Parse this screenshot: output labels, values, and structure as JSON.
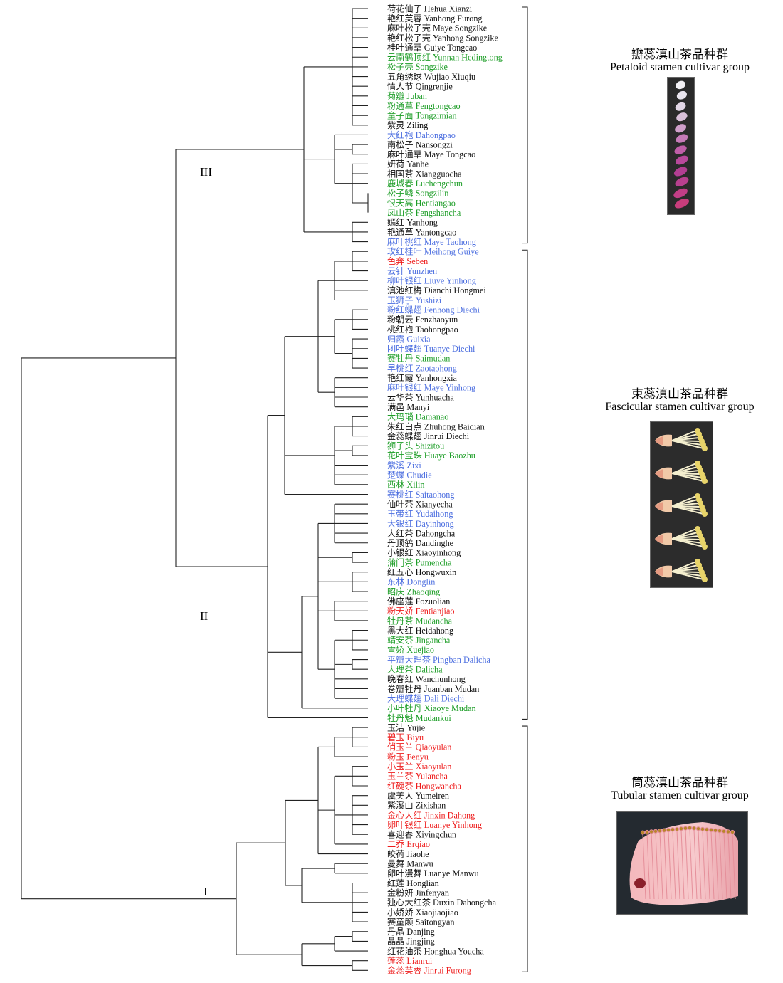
{
  "colors": {
    "black": "#111111",
    "green": "#1e9e28",
    "blue": "#4d6fe0",
    "red": "#ee1c1c",
    "line": "#222222"
  },
  "clades": [
    "I",
    "II",
    "III"
  ],
  "groups": {
    "petaloid": {
      "cn": "瓣蕊滇山茶品种群",
      "en": "Petaloid stamen cultivar group",
      "photo_icon": "petal-series-image"
    },
    "fascicular": {
      "cn": "束蕊滇山茶品种群",
      "en": "Fascicular stamen cultivar group",
      "photo_icon": "fascicular-stamen-image"
    },
    "tubular": {
      "cn": "筒蕊滇山茶品种群",
      "en": "Tubular stamen cultivar group",
      "photo_icon": "tubular-stamen-image"
    }
  },
  "leaves": [
    {
      "cn": "荷花仙子",
      "en": "Hehua Xianzi",
      "c": "black"
    },
    {
      "cn": "艳红芙蓉",
      "en": "Yanhong Furong",
      "c": "black"
    },
    {
      "cn": "麻叶松子壳",
      "en": "Maye Songzike",
      "c": "black"
    },
    {
      "cn": "艳红松子壳",
      "en": "Yanhong Songzike",
      "c": "black"
    },
    {
      "cn": "桂叶通草",
      "en": "Guiye Tongcao",
      "c": "black"
    },
    {
      "cn": "云南鹤顶红",
      "en": "Yunnan Hedingtong",
      "c": "green"
    },
    {
      "cn": "松子壳",
      "en": "Songzike",
      "c": "green"
    },
    {
      "cn": "五角绣球",
      "en": "Wujiao Xiuqiu",
      "c": "black"
    },
    {
      "cn": "情人节",
      "en": "Qingrenjie",
      "c": "black"
    },
    {
      "cn": "菊瓣",
      "en": "Juban",
      "c": "green"
    },
    {
      "cn": "粉通草",
      "en": "Fengtongcao",
      "c": "green"
    },
    {
      "cn": "童子面",
      "en": "Tongzimian",
      "c": "green"
    },
    {
      "cn": "紫灵",
      "en": "Ziling",
      "c": "black"
    },
    {
      "cn": "大红袍",
      "en": "Dahongpao",
      "c": "blue"
    },
    {
      "cn": "南松子",
      "en": "Nansongzi",
      "c": "black"
    },
    {
      "cn": "麻叶通草",
      "en": "Maye Tongcao",
      "c": "black"
    },
    {
      "cn": "妍荷",
      "en": "Yanhe",
      "c": "black"
    },
    {
      "cn": "相国茶",
      "en": "Xiangguocha",
      "c": "black"
    },
    {
      "cn": "鹿城春",
      "en": "Luchengchun",
      "c": "green"
    },
    {
      "cn": "松子鳞",
      "en": "Songzilin",
      "c": "green"
    },
    {
      "cn": "恨天高",
      "en": "Hentiangao",
      "c": "green"
    },
    {
      "cn": "凤山茶",
      "en": "Fengshancha",
      "c": "green"
    },
    {
      "cn": "嫣红",
      "en": "Yanhong",
      "c": "black"
    },
    {
      "cn": "艳通草",
      "en": "Yantongcao",
      "c": "black"
    },
    {
      "cn": "麻叶桃红",
      "en": "Maye Taohong",
      "c": "blue"
    },
    {
      "cn": "玫红桂叶",
      "en": "Meihong Guiye",
      "c": "blue"
    },
    {
      "cn": "色奔",
      "en": "Seben",
      "c": "red"
    },
    {
      "cn": "云针",
      "en": "Yunzhen",
      "c": "blue"
    },
    {
      "cn": "柳叶银红",
      "en": "Liuye Yinhong",
      "c": "blue"
    },
    {
      "cn": "滇池红梅",
      "en": "Dianchi Hongmei",
      "c": "black"
    },
    {
      "cn": "玉狮子",
      "en": "Yushizi",
      "c": "blue"
    },
    {
      "cn": "粉红蝶翅",
      "en": "Fenhong Diechi",
      "c": "blue"
    },
    {
      "cn": "粉朝云",
      "en": "Fenzhaoyun",
      "c": "black"
    },
    {
      "cn": "桃红袍",
      "en": "Taohongpao",
      "c": "black"
    },
    {
      "cn": "归霞",
      "en": "Guixia",
      "c": "blue"
    },
    {
      "cn": "团叶蝶翅",
      "en": "Tuanye Diechi",
      "c": "blue"
    },
    {
      "cn": "赛牡丹",
      "en": "Saimudan",
      "c": "green"
    },
    {
      "cn": "早桃红",
      "en": "Zaotaohong",
      "c": "blue"
    },
    {
      "cn": "艳红霞",
      "en": "Yanhongxia",
      "c": "black"
    },
    {
      "cn": "麻叶银红",
      "en": "Maye Yinhong",
      "c": "blue"
    },
    {
      "cn": "云华茶",
      "en": "Yunhuacha",
      "c": "black"
    },
    {
      "cn": "满邑",
      "en": "Manyi",
      "c": "black"
    },
    {
      "cn": "大玛瑙",
      "en": "Damanao",
      "c": "green"
    },
    {
      "cn": "朱红白点",
      "en": "Zhuhong Baidian",
      "c": "black"
    },
    {
      "cn": "金蕊蝶翅",
      "en": "Jinrui Diechi",
      "c": "black"
    },
    {
      "cn": "狮子头",
      "en": "Shizitou",
      "c": "green"
    },
    {
      "cn": "花叶宝珠",
      "en": "Huaye Baozhu",
      "c": "green"
    },
    {
      "cn": "紫溪",
      "en": "Zixi",
      "c": "blue"
    },
    {
      "cn": "楚蝶",
      "en": "Chudie",
      "c": "blue"
    },
    {
      "cn": "西林",
      "en": "Xilin",
      "c": "green"
    },
    {
      "cn": "赛桃红",
      "en": "Saitaohong",
      "c": "blue"
    },
    {
      "cn": "仙叶茶",
      "en": "Xianyecha",
      "c": "black"
    },
    {
      "cn": "玉带红",
      "en": "Yudaihong",
      "c": "blue"
    },
    {
      "cn": "大银红",
      "en": "Dayinhong",
      "c": "blue"
    },
    {
      "cn": "大红茶",
      "en": "Dahongcha",
      "c": "black"
    },
    {
      "cn": "丹顶鹤",
      "en": "Dandinghe",
      "c": "black"
    },
    {
      "cn": "小银红",
      "en": "Xiaoyinhong",
      "c": "black"
    },
    {
      "cn": "蒲门茶",
      "en": "Pumencha",
      "c": "green"
    },
    {
      "cn": "红五心",
      "en": "Hongwuxin",
      "c": "black"
    },
    {
      "cn": "东林",
      "en": "Donglin",
      "c": "blue"
    },
    {
      "cn": "昭庆",
      "en": "Zhaoqing",
      "c": "green"
    },
    {
      "cn": "佛座莲",
      "en": "Fozuolian",
      "c": "black"
    },
    {
      "cn": "粉天娇",
      "en": "Fentianjiao",
      "c": "red"
    },
    {
      "cn": "牡丹茶",
      "en": "Mudancha",
      "c": "green"
    },
    {
      "cn": "黑大红",
      "en": "Heidahong",
      "c": "black"
    },
    {
      "cn": "靖安茶",
      "en": "Jingancha",
      "c": "green"
    },
    {
      "cn": "雪娇",
      "en": "Xuejiao",
      "c": "green"
    },
    {
      "cn": "平瓣大理茶",
      "en": "Pingban Dalicha",
      "c": "blue"
    },
    {
      "cn": "大理茶",
      "en": "Dalicha",
      "c": "green"
    },
    {
      "cn": "晚春红",
      "en": "Wanchunhong",
      "c": "black"
    },
    {
      "cn": "卷瓣牡丹",
      "en": "Juanban Mudan",
      "c": "black"
    },
    {
      "cn": "大理蝶翅",
      "en": "Dali Diechi",
      "c": "blue"
    },
    {
      "cn": "小叶牡丹",
      "en": "Xiaoye Mudan",
      "c": "green"
    },
    {
      "cn": "牡丹魁",
      "en": "Mudankui",
      "c": "green"
    },
    {
      "cn": "玉洁",
      "en": "Yujie",
      "c": "black"
    },
    {
      "cn": "碧玉",
      "en": "Biyu",
      "c": "red"
    },
    {
      "cn": "俏玉兰",
      "en": "Qiaoyulan",
      "c": "red"
    },
    {
      "cn": "粉玉",
      "en": "Fenyu",
      "c": "red"
    },
    {
      "cn": "小玉兰",
      "en": "Xiaoyulan",
      "c": "red"
    },
    {
      "cn": "玉兰茶",
      "en": "Yulancha",
      "c": "red"
    },
    {
      "cn": "红碗茶",
      "en": "Hongwancha",
      "c": "red"
    },
    {
      "cn": "虞美人",
      "en": "Yumeiren",
      "c": "black"
    },
    {
      "cn": "紫溪山",
      "en": "Zixishan",
      "c": "black"
    },
    {
      "cn": "金心大红",
      "en": "Jinxin Dahong",
      "c": "red"
    },
    {
      "cn": "卵叶银红",
      "en": "Luanye Yinhong",
      "c": "red"
    },
    {
      "cn": "喜迎春",
      "en": "Xiyingchun",
      "c": "black"
    },
    {
      "cn": "二乔",
      "en": "Erqiao",
      "c": "red"
    },
    {
      "cn": "皎荷",
      "en": "Jiaohe",
      "c": "black"
    },
    {
      "cn": "曼舞",
      "en": "Manwu",
      "c": "black"
    },
    {
      "cn": "卵叶漫舞",
      "en": "Luanye Manwu",
      "c": "black"
    },
    {
      "cn": "红莲",
      "en": "Honglian",
      "c": "black"
    },
    {
      "cn": "金粉妍",
      "en": "Jinfenyan",
      "c": "black"
    },
    {
      "cn": "独心大红茶",
      "en": "Duxin Dahongcha",
      "c": "black"
    },
    {
      "cn": "小娇娇",
      "en": "Xiaojiaojiao",
      "c": "black"
    },
    {
      "cn": "赛童颜",
      "en": "Saitongyan",
      "c": "black"
    },
    {
      "cn": "丹晶",
      "en": "Danjing",
      "c": "black"
    },
    {
      "cn": "晶晶",
      "en": "Jingjing",
      "c": "black"
    },
    {
      "cn": "红花油茶",
      "en": "Honghua Youcha",
      "c": "black"
    },
    {
      "cn": "莲蕊",
      "en": "Lianrui",
      "c": "red"
    },
    {
      "cn": "金蕊芙蓉",
      "en": "Jinrui Furong",
      "c": "red"
    }
  ]
}
